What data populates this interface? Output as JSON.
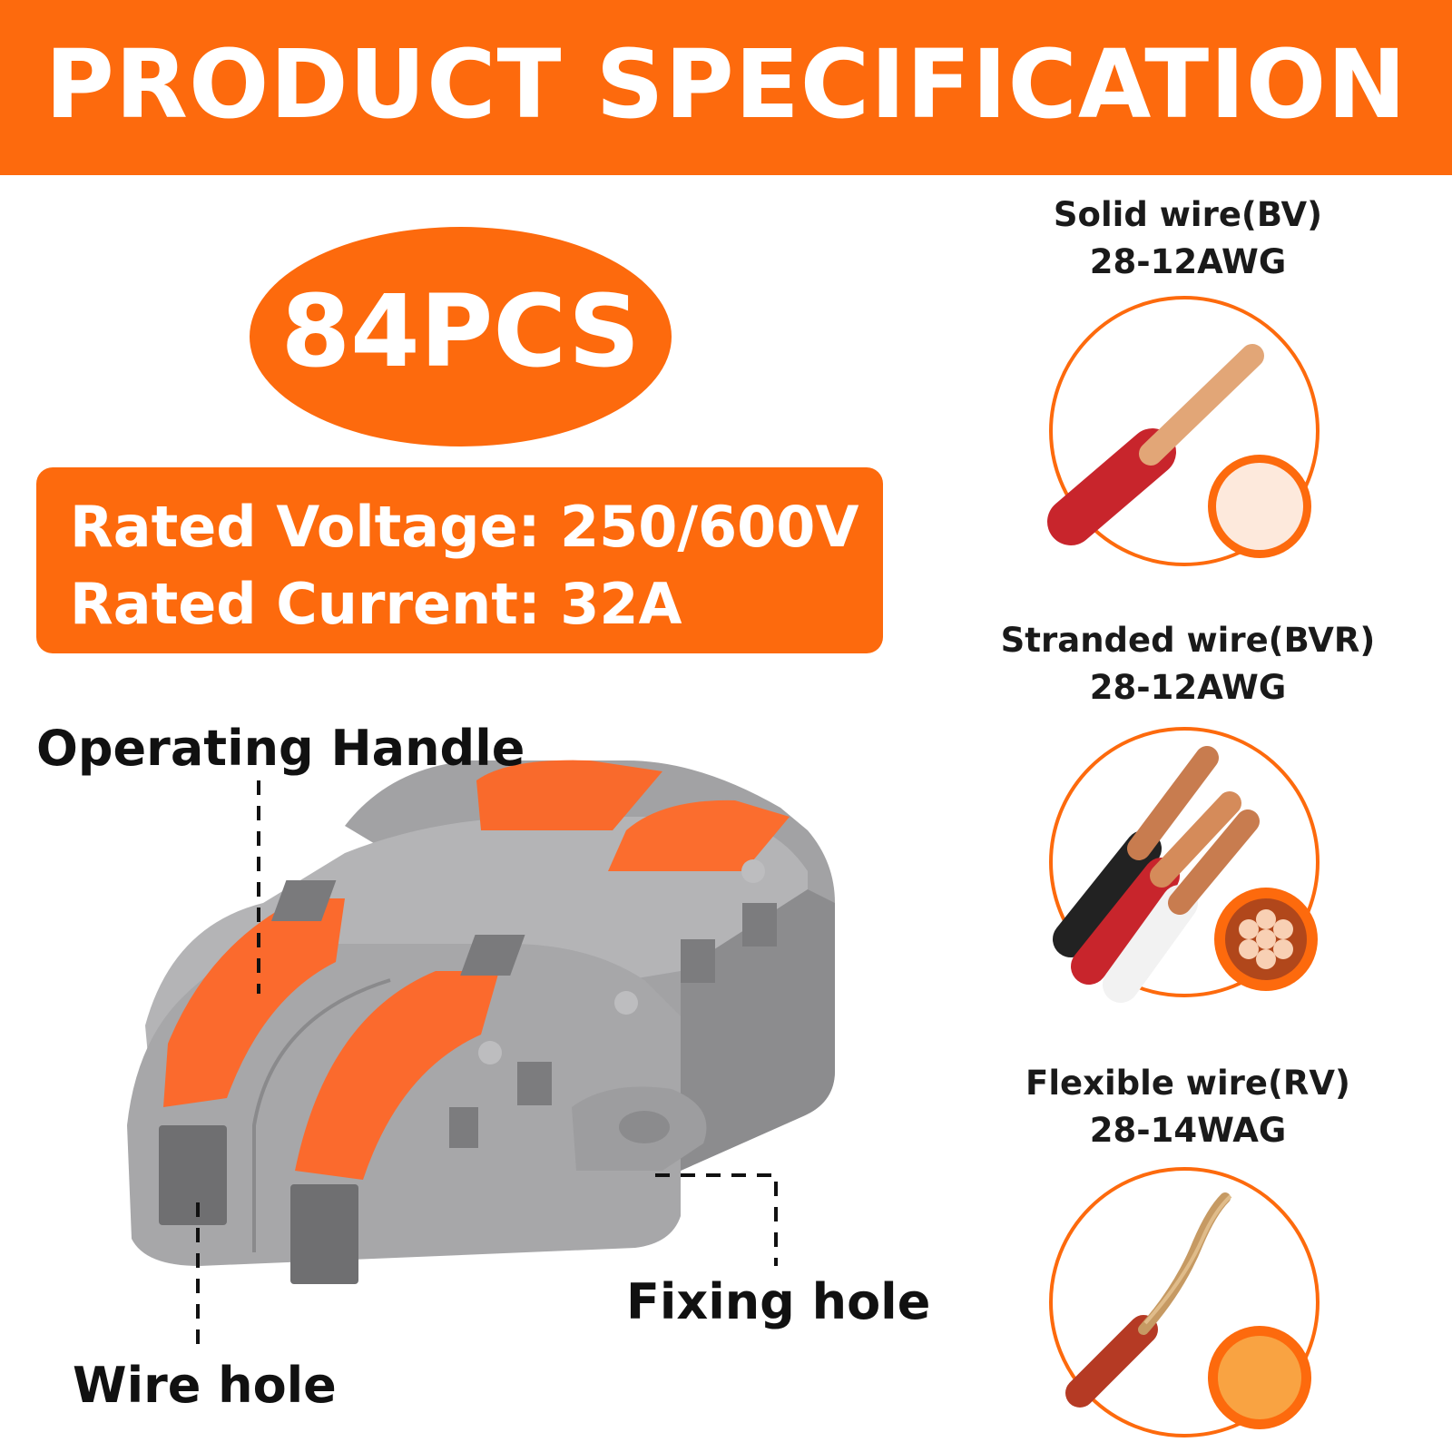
{
  "banner": {
    "title": "PRODUCT SPECIFICATION"
  },
  "quantity": {
    "label": "84PCS"
  },
  "ratings": {
    "voltage": "Rated Voltage: 250/600V",
    "current": "Rated Current: 32A"
  },
  "callouts": {
    "operating_handle": "Operating Handle",
    "fixing_hole": "Fixing hole",
    "wire_hole": "Wire hole"
  },
  "wire_types": [
    {
      "name": "Solid wire(BV)",
      "gauge": "28-12AWG"
    },
    {
      "name": "Stranded wire(BVR)",
      "gauge": "28-12AWG"
    },
    {
      "name": "Flexible wire(RV)",
      "gauge": "28-14WAG"
    }
  ],
  "colors": {
    "accent": "#fd6a0d",
    "connector_body": "#9a9a9c",
    "lever": "#fc6a2e"
  }
}
